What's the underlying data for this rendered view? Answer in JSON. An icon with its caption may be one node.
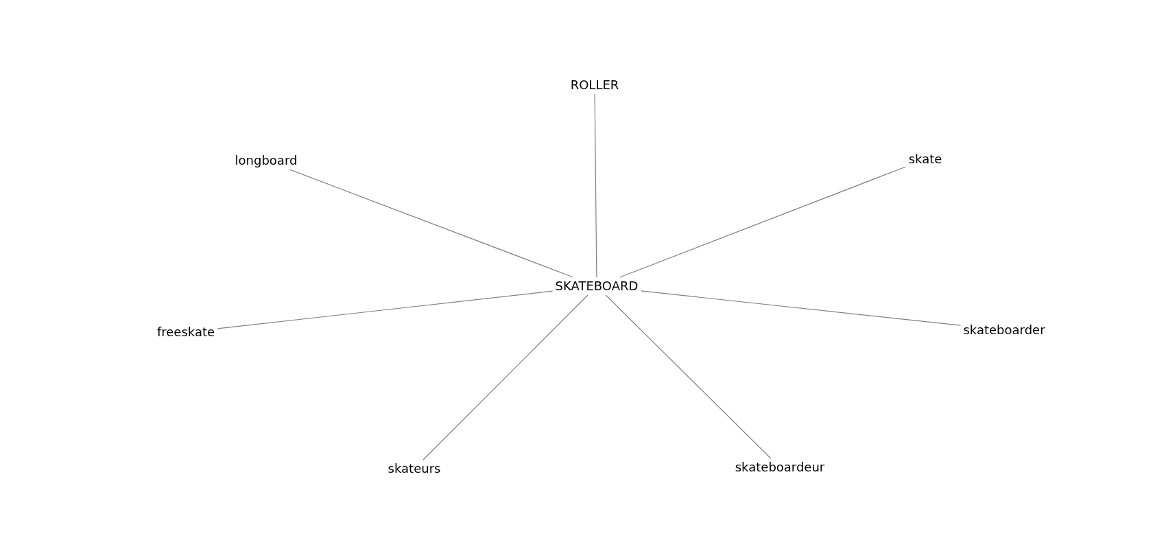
{
  "diagram": {
    "nodes": [
      {
        "text": [
          "ROLLER"
        ]
      },
      {
        "text": [
          "longboard"
        ]
      },
      {
        "text": [
          "skate"
        ]
      },
      {
        "text": [
          "SKATEBOARD"
        ]
      },
      {
        "text": [
          "freeskate"
        ]
      },
      {
        "text": [
          "skateboarder"
        ]
      },
      {
        "text": [
          "skateurs"
        ]
      },
      {
        "text": [
          "skateboardeur"
        ]
      }
    ],
    "edges": [
      {
        "from": 3,
        "to": 0,
        "arrow": "none"
      },
      {
        "from": 3,
        "to": 1,
        "arrow": "none"
      },
      {
        "from": 3,
        "to": 2,
        "arrow": "none"
      },
      {
        "from": 3,
        "to": 4,
        "arrow": "none"
      },
      {
        "from": 3,
        "to": 5,
        "arrow": "none"
      },
      {
        "from": 3,
        "to": 6,
        "arrow": "none"
      },
      {
        "from": 3,
        "to": 7,
        "arrow": "none"
      }
    ]
  }
}
